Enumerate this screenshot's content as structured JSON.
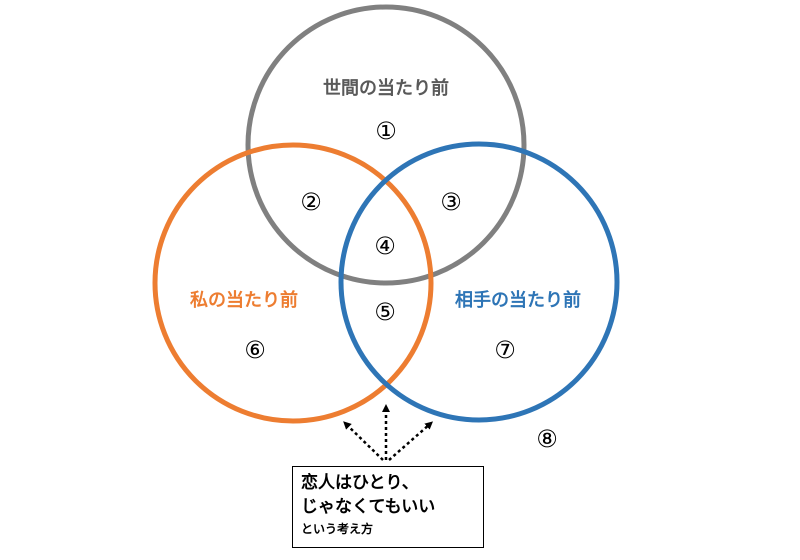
{
  "circles": {
    "top": {
      "label": "世間の当たり前",
      "color": "#808080"
    },
    "left": {
      "label": "私の当たり前",
      "color": "#ED7D31"
    },
    "right": {
      "label": "相手の当たり前",
      "color": "#2E75B6"
    }
  },
  "regions": {
    "r1": "①",
    "r2": "②",
    "r3": "③",
    "r4": "④",
    "r5": "⑤",
    "r6": "⑥",
    "r7": "⑦",
    "r8": "⑧"
  },
  "callout": {
    "line1": "恋人はひとり、",
    "line2": "じゃなくてもいい",
    "line3": "という考え方"
  }
}
